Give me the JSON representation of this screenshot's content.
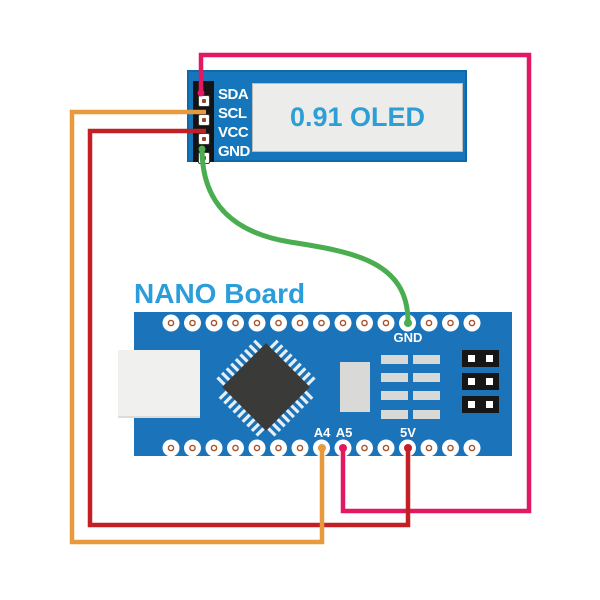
{
  "oled_module": {
    "name": "0.91 inch OLED display module",
    "screen_label": "0.91 OLED",
    "pins": [
      "SDA",
      "SCL",
      "VCC",
      "GND"
    ]
  },
  "nano_board": {
    "title": "NANO Board",
    "top_pin_label": "GND",
    "bottom_pin_labels": [
      "A4",
      "A5",
      "5V"
    ],
    "pin_count_per_row": 15
  },
  "connections": [
    {
      "name": "sda-to-a5",
      "from": "OLED SDA",
      "to": "NANO A5",
      "color": "#E21962"
    },
    {
      "name": "vcc-to-5v",
      "from": "OLED VCC",
      "to": "NANO 5V",
      "color": "#C32026"
    },
    {
      "name": "scl-to-a4",
      "from": "OLED SCL",
      "to": "NANO A4",
      "color": "#E8993C"
    },
    {
      "name": "gnd-to-gnd",
      "from": "OLED GND",
      "to": "NANO GND",
      "color": "#4AAE50"
    }
  ],
  "colors": {
    "oled_board_blue": "#1576BB",
    "nano_board_blue": "#1B73B9",
    "screen_gray": "#ECECEA",
    "oled_text_blue": "#2D9ED6",
    "title_blue": "#2B9DDA",
    "pin_header_black": "#141414"
  }
}
